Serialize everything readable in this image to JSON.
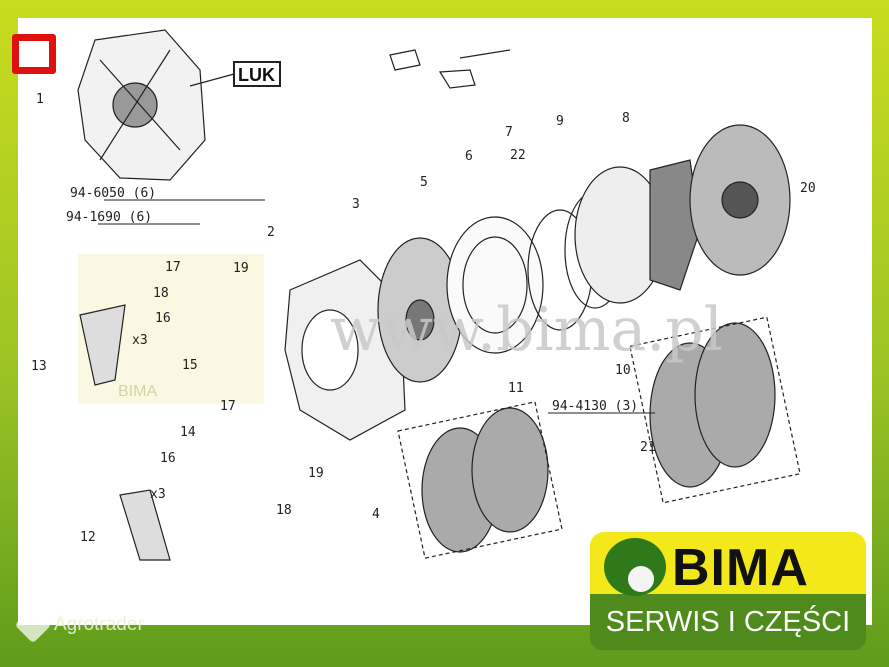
{
  "diagram": {
    "brand_label": "LUK",
    "part_labels": [
      {
        "id": "1"
      },
      {
        "id": "2"
      },
      {
        "id": "3"
      },
      {
        "id": "4"
      },
      {
        "id": "5"
      },
      {
        "id": "6"
      },
      {
        "id": "7"
      },
      {
        "id": "8"
      },
      {
        "id": "9"
      },
      {
        "id": "10"
      },
      {
        "id": "11"
      },
      {
        "id": "12"
      },
      {
        "id": "13"
      },
      {
        "id": "14"
      },
      {
        "id": "15"
      },
      {
        "id": "16"
      },
      {
        "id": "17"
      },
      {
        "id": "18"
      },
      {
        "id": "19"
      },
      {
        "id": "20"
      },
      {
        "id": "21"
      },
      {
        "id": "22"
      }
    ],
    "hardware": {
      "nut": "94-6050 (6)",
      "bolt": "94-1690 (6)",
      "pin": "94-4130 (3)"
    },
    "qty_x3": "x3",
    "watermark": "www.bima.pl",
    "inset_watermark": "BIMA",
    "highlight_color": "#e01010"
  },
  "logo": {
    "name": "BIMA",
    "tagline": "SERWIS I CZĘŚCI"
  },
  "source_watermark": "Agrotrader"
}
